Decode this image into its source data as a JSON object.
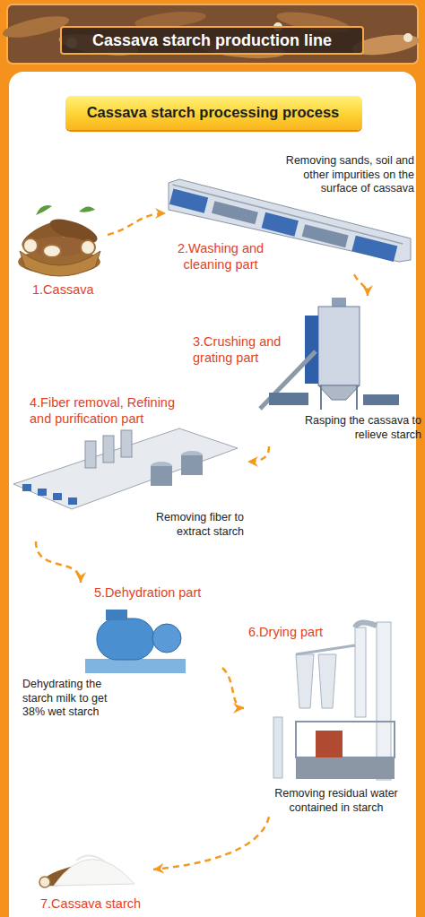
{
  "diagram": {
    "title": "Cassava starch production line",
    "nodes": [
      {
        "text": [
          "Cassava starch processing process"
        ]
      },
      {
        "text": [
          "1.Cassava"
        ]
      },
      {
        "text": [
          "2.Washing and cleaning part",
          "Removing sands, soil and other impurities on the surface of cassava"
        ]
      },
      {
        "text": [
          "3.Crushing and grating part",
          "Rasping the cassava to relieve starch"
        ]
      },
      {
        "text": [
          "4.Fiber removal, Refining and purification part",
          "Removing fiber to extract starch"
        ]
      },
      {
        "text": [
          "5.Dehydration part",
          "Dehydrating the starch milk to get 38% wet starch"
        ]
      },
      {
        "text": [
          "6.Drying part",
          "Removing residual water contained in starch"
        ]
      },
      {
        "text": [
          "7.Cassava starch"
        ]
      }
    ],
    "edges": [
      {
        "from": 1,
        "to": 2,
        "arrow": "to"
      },
      {
        "from": 2,
        "to": 3,
        "arrow": "to"
      },
      {
        "from": 3,
        "to": 4,
        "arrow": "to"
      },
      {
        "from": 4,
        "to": 5,
        "arrow": "to"
      },
      {
        "from": 5,
        "to": 6,
        "arrow": "to"
      },
      {
        "from": 6,
        "to": 7,
        "arrow": "to"
      }
    ]
  }
}
